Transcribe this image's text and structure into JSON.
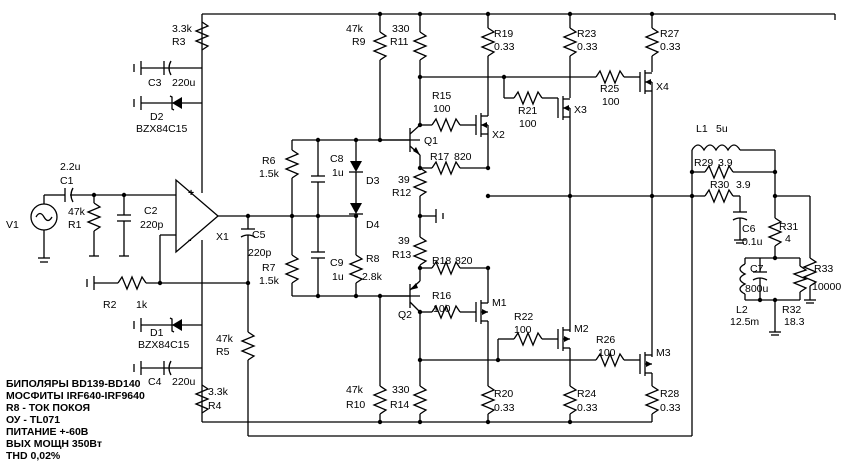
{
  "components": {
    "R3": {
      "ref": "R3",
      "value": "3.3k"
    },
    "R4": {
      "ref": "R4",
      "value": "3.3k"
    },
    "R5": {
      "ref": "R5",
      "value": "47k"
    },
    "R9": {
      "ref": "R9",
      "value": "47k"
    },
    "R10": {
      "ref": "R10",
      "value": "47k"
    },
    "R11": {
      "ref": "R11",
      "value": "330"
    },
    "R14": {
      "ref": "R14",
      "value": "330"
    },
    "R19": {
      "ref": "R19",
      "value": "0.33"
    },
    "R20": {
      "ref": "R20",
      "value": "0.33"
    },
    "R23": {
      "ref": "R23",
      "value": "0.33"
    },
    "R24": {
      "ref": "R24",
      "value": "0.33"
    },
    "R27": {
      "ref": "R27",
      "value": "0.33"
    },
    "R28": {
      "ref": "R28",
      "value": "0.33"
    },
    "C3": {
      "ref": "C3",
      "value": "220u"
    },
    "C4": {
      "ref": "C4",
      "value": "220u"
    },
    "D2": {
      "ref": "D2",
      "value": "BZX84C15"
    },
    "D1": {
      "ref": "D1",
      "value": "BZX84C15"
    },
    "C1": {
      "ref": "C1",
      "value": "2.2u"
    },
    "R1": {
      "ref": "R1",
      "value": "47k"
    },
    "C2": {
      "ref": "C2",
      "value": "220p"
    },
    "V1": {
      "ref": "V1"
    },
    "R2": {
      "ref": "R2",
      "value": "1k"
    },
    "X1": {
      "ref": "X1"
    },
    "C5": {
      "ref": "C5",
      "value": "220p"
    },
    "R6": {
      "ref": "R6",
      "value": "1.5k"
    },
    "R7": {
      "ref": "R7",
      "value": "1.5k"
    },
    "C8": {
      "ref": "C8",
      "value": "1u"
    },
    "C9": {
      "ref": "C9",
      "value": "1u"
    },
    "D3": {
      "ref": "D3"
    },
    "D4": {
      "ref": "D4"
    },
    "R8": {
      "ref": "R8",
      "value": "2.8k"
    },
    "R12": {
      "ref": "R12",
      "value": "39"
    },
    "R13": {
      "ref": "R13",
      "value": "39"
    },
    "R15": {
      "ref": "R15",
      "value": "100"
    },
    "R16": {
      "ref": "R16",
      "value": "100"
    },
    "R17": {
      "ref": "R17",
      "value": "820"
    },
    "R18": {
      "ref": "R18",
      "value": "820"
    },
    "R21": {
      "ref": "R21",
      "value": "100"
    },
    "R22": {
      "ref": "R22",
      "value": "100"
    },
    "R25": {
      "ref": "R25",
      "value": "100"
    },
    "R26": {
      "ref": "R26",
      "value": "100"
    },
    "Q1": {
      "ref": "Q1"
    },
    "Q2": {
      "ref": "Q2"
    },
    "X2": {
      "ref": "X2"
    },
    "X3": {
      "ref": "X3"
    },
    "X4": {
      "ref": "X4"
    },
    "M1": {
      "ref": "M1"
    },
    "M2": {
      "ref": "M2"
    },
    "M3": {
      "ref": "M3"
    },
    "L1": {
      "ref": "L1",
      "value": "5u"
    },
    "R29": {
      "ref": "R29",
      "value": "3.9"
    },
    "R30": {
      "ref": "R30",
      "value": "3.9"
    },
    "C6": {
      "ref": "C6",
      "value": "0.1u"
    },
    "R31": {
      "ref": "R31",
      "value": "4"
    },
    "C7": {
      "ref": "C7",
      "value": "800u"
    },
    "L2": {
      "ref": "L2",
      "value": "12.5m"
    },
    "R32": {
      "ref": "R32",
      "value": "18.3"
    },
    "R33": {
      "ref": "R33",
      "value": "10000"
    }
  },
  "notes": [
    "БИПОЛЯРЫ BD139-BD140",
    "МОСФИТЫ IRF640-IRF9640",
    "R8 - ТОК ПОКОЯ",
    "ОУ - TL071",
    "ПИТАНИЕ +-60В",
    "ВЫХ МОЩН 350Вт",
    "THD 0,02%"
  ],
  "opamp_pins": {
    "plus": "+",
    "minus": "-"
  }
}
